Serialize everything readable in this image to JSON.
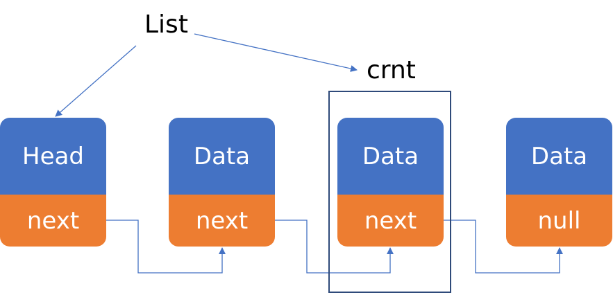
{
  "labels": {
    "list": "List",
    "crnt": "crnt"
  },
  "nodes": [
    {
      "data": "Head",
      "pointer": "next"
    },
    {
      "data": "Data",
      "pointer": "next"
    },
    {
      "data": "Data",
      "pointer": "next"
    },
    {
      "data": "Data",
      "pointer": "null"
    }
  ],
  "colors": {
    "data_section": "#4472C4",
    "pointer_section": "#ED7D31",
    "connector": "#4472C4",
    "crnt_frame": "#2F4A7A",
    "text_on_box": "#FFFFFF"
  }
}
